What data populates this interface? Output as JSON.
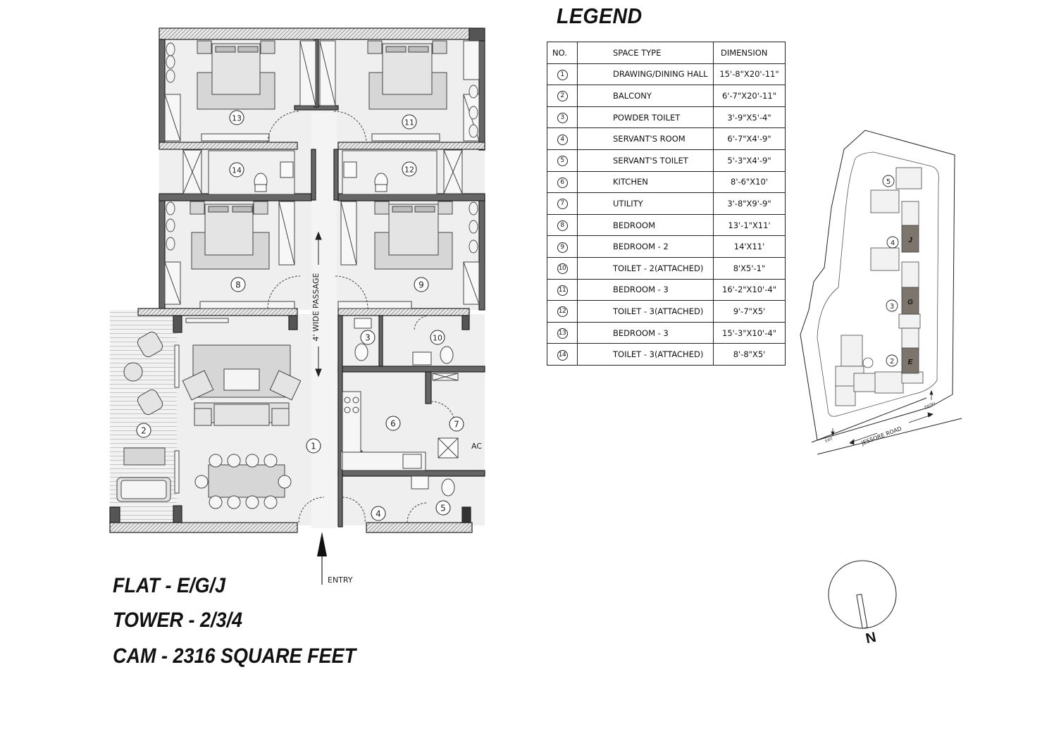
{
  "plan": {
    "passage_label": "4' WIDE PASSAGE",
    "entry_label": "ENTRY",
    "ac_label": "AC",
    "room_markers": [
      {
        "id": "marker-1",
        "text": "1"
      },
      {
        "id": "marker-2",
        "text": "2"
      },
      {
        "id": "marker-3",
        "text": "3"
      },
      {
        "id": "marker-4",
        "text": "4"
      },
      {
        "id": "marker-5",
        "text": "5"
      },
      {
        "id": "marker-6",
        "text": "6"
      },
      {
        "id": "marker-7",
        "text": "7"
      },
      {
        "id": "marker-8",
        "text": "8"
      },
      {
        "id": "marker-9",
        "text": "9"
      },
      {
        "id": "marker-10",
        "text": "10"
      },
      {
        "id": "marker-11",
        "text": "11"
      },
      {
        "id": "marker-12",
        "text": "12"
      },
      {
        "id": "marker-13",
        "text": "13"
      },
      {
        "id": "marker-14",
        "text": "14"
      }
    ]
  },
  "legend": {
    "title": "LEGEND",
    "headers": {
      "no": "NO.",
      "space": "SPACE TYPE",
      "dimension": "DIMENSION"
    },
    "rows": [
      {
        "no": "1",
        "space": "DRAWING/DINING HALL",
        "dimension": "15'-8\"X20'-11\""
      },
      {
        "no": "2",
        "space": "BALCONY",
        "dimension": "6'-7\"X20'-11\""
      },
      {
        "no": "3",
        "space": "POWDER TOILET",
        "dimension": "3'-9\"X5'-4\""
      },
      {
        "no": "4",
        "space": "SERVANT'S ROOM",
        "dimension": "6'-7\"X4'-9\""
      },
      {
        "no": "5",
        "space": "SERVANT'S TOILET",
        "dimension": "5'-3\"X4'-9\""
      },
      {
        "no": "6",
        "space": "KITCHEN",
        "dimension": "8'-6\"X10'"
      },
      {
        "no": "7",
        "space": "UTILITY",
        "dimension": "3'-8\"X9'-9\""
      },
      {
        "no": "8",
        "space": "BEDROOM",
        "dimension": "13'-1\"X11'"
      },
      {
        "no": "9",
        "space": "BEDROOM - 2",
        "dimension": "14'X11'"
      },
      {
        "no": "10",
        "space": "TOILET - 2(ATTACHED)",
        "dimension": "8'X5'-1\""
      },
      {
        "no": "11",
        "space": "BEDROOM - 3",
        "dimension": "16'-2\"X10'-4\""
      },
      {
        "no": "12",
        "space": "TOILET - 3(ATTACHED)",
        "dimension": "9'-7\"X5'"
      },
      {
        "no": "13",
        "space": "BEDROOM - 3",
        "dimension": "15'-3\"X10'-4\""
      },
      {
        "no": "14",
        "space": "TOILET - 3(ATTACHED)",
        "dimension": "8'-8\"X5'"
      }
    ]
  },
  "site_plan": {
    "road_label": "JESSORE ROAD",
    "entry_label": "ENTRY",
    "exit_label": "EXIT",
    "tower_numbers": [
      "5",
      "4",
      "3",
      "2"
    ],
    "flat_letters": [
      "J",
      "G",
      "E"
    ],
    "highlight_color": "#7d746c"
  },
  "north_label": "N",
  "flat_info": {
    "flat": "FLAT - E/G/J",
    "tower": "TOWER - 2/3/4",
    "cam": "CAM - 2316 SQUARE FEET"
  }
}
